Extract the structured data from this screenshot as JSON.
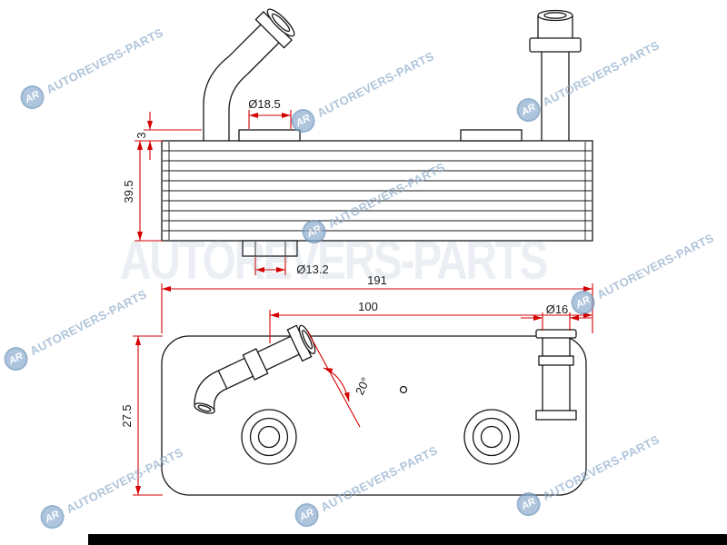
{
  "watermark": {
    "logo": "AR",
    "brand": "AUTOREVERS-PARTS"
  },
  "drawing": {
    "side_view": {
      "flange_height": "3",
      "stack_height": "39.5",
      "port_diameter": "Ø18.5",
      "fitting_diameter": "Ø13.2"
    },
    "plan_view": {
      "overall_length": "191",
      "port_offset": "100",
      "pipe_diameter": "Ø16",
      "body_width": "27.5",
      "pipe_angle": "20°"
    }
  }
}
